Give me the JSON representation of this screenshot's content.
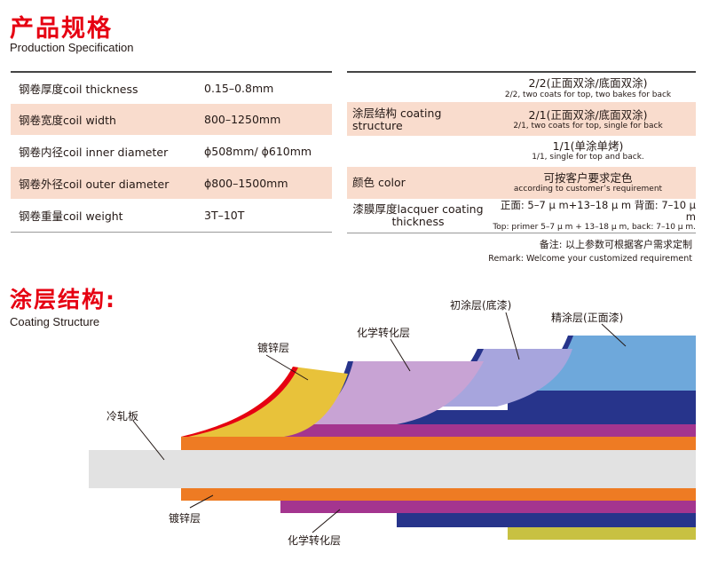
{
  "header": {
    "title_cn": "产品规格",
    "title_en": "Production Specification"
  },
  "spec_left": [
    {
      "label": "钢卷厚度coil thickness",
      "value": "0.15–0.8mm",
      "shaded": false
    },
    {
      "label": "钢卷宽度coil width",
      "value": "800–1250mm",
      "shaded": true
    },
    {
      "label": "钢卷内径coil inner diameter",
      "value": "ϕ508mm/ ϕ610mm",
      "shaded": false
    },
    {
      "label": "钢卷外径coil outer diameter",
      "value": "ϕ800–1500mm",
      "shaded": true
    },
    {
      "label": "钢卷重量coil weight",
      "value": "3T–10T",
      "shaded": false
    }
  ],
  "spec_right": {
    "coating_structure_label": "涂层结构 coating structure",
    "coating_options": [
      {
        "main": "2/2(正面双涂/底面双涂)",
        "sub": "2/2, two coats for top, two bakes for back"
      },
      {
        "main": "2/1(正面双涂/底面双涂)",
        "sub": "2/1, two coats for top, single for back"
      },
      {
        "main": "1/1(单涂单烤)",
        "sub": "1/1, single for top and back."
      }
    ],
    "color_label": "颜色 color",
    "color_value_main": "可按客户要求定色",
    "color_value_sub": "according to customer’s requirement",
    "lacquer_label_line1": "漆膜厚度lacquer coating",
    "lacquer_label_line2": "thickness",
    "lacquer_value_main": "正面: 5–7 μ m+13–18 μ m  背面: 7–10 μ m",
    "lacquer_value_sub": "Top: primer 5–7 μ m + 13–18 μ m, back: 7–10 μ m.",
    "remark_cn": "备注: 以上参数可根据客户需求定制",
    "remark_en": "Remark: Welcome your customized requirement"
  },
  "coating": {
    "title_cn": "涂层结构:",
    "title_en": "Coating Structure",
    "labels": {
      "cold_rolled": "冷轧板",
      "galvanized_top": "镀锌层",
      "chemical_top": "化学转化层",
      "primer": "初涂层(底漆)",
      "finish": "精涂层(正面漆)",
      "galvanized_bottom": "镀锌层",
      "chemical_bottom": "化学转化层"
    },
    "colors": {
      "steel": "#e2e2e2",
      "galvanized": "#e8c23a",
      "orange_band": "#ee7b23",
      "conversion": "#c8a3d4",
      "magenta_band": "#a4358f",
      "primer": "#a7a5dd",
      "navy_band": "#27348b",
      "finish": "#6ea8db",
      "red_edge": "#e60012",
      "olive_band": "#c8c142"
    }
  }
}
